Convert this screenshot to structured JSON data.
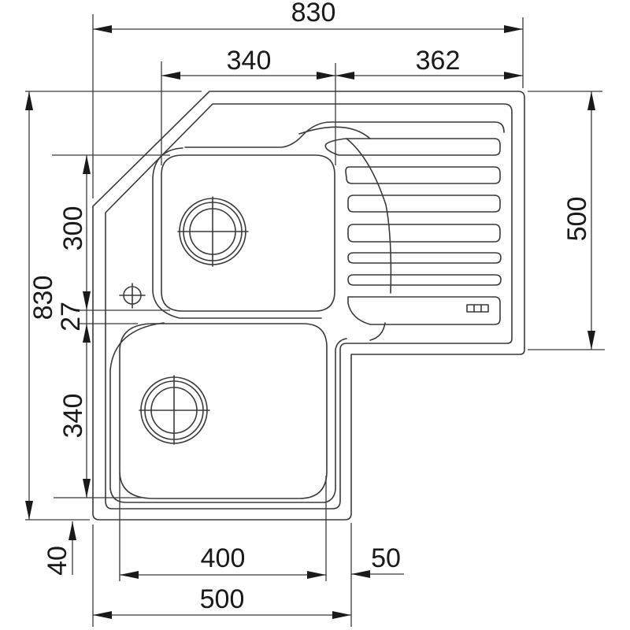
{
  "drawing": {
    "subject": "Corner double-bowl sink with drainer - dimensioned plan view",
    "units": "mm",
    "line_color": "#3a3a3a",
    "background": "#ffffff"
  },
  "dimensions": {
    "overall_width_top": "830",
    "bowl_offset_top": "340",
    "drainer_width_top": "362",
    "drainer_depth_right": "500",
    "overall_height_left": "830",
    "upper_bowl_height": "300",
    "bowl_gap": "27",
    "lower_bowl_height": "340",
    "bottom_offset": "40",
    "lower_bowl_width": "400",
    "right_offset": "50",
    "wing_width_bottom": "500"
  },
  "features": {
    "bowls": [
      "upper-bowl",
      "lower-bowl"
    ],
    "drain_holes": 2,
    "tap_hole": 1,
    "drainer_grooves": 7,
    "overflow_slot": "3-segment overflow"
  }
}
